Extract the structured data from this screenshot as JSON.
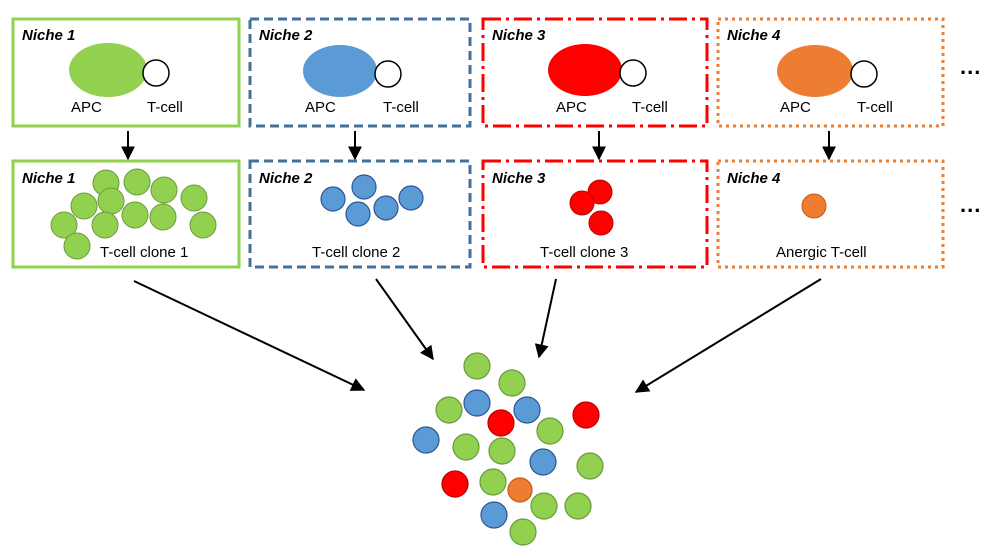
{
  "colors": {
    "niche1": "#92d050",
    "niche2": "#5b9bd5",
    "niche3": "#ff0000",
    "niche4": "#ed7d31",
    "niche2_border": "#41719c",
    "cell_outline_blue": "#2e5597",
    "cell_outline_red": "#c00000",
    "cell_outline_orange": "#c55a11",
    "arrow": "#000000"
  },
  "top_row": [
    {
      "title": "Niche 1",
      "apc_label": "APC",
      "tcell_label": "T-cell"
    },
    {
      "title": "Niche 2",
      "apc_label": "APC",
      "tcell_label": "T-cell"
    },
    {
      "title": "Niche 3",
      "apc_label": "APC",
      "tcell_label": "T-cell"
    },
    {
      "title": "Niche 4",
      "apc_label": "APC",
      "tcell_label": "T-cell"
    }
  ],
  "bottom_row": [
    {
      "title": "Niche 1",
      "label": "T-cell clone 1"
    },
    {
      "title": "Niche 2",
      "label": "T-cell clone 2"
    },
    {
      "title": "Niche 3",
      "label": "T-cell clone 3"
    },
    {
      "title": "Niche 4",
      "label": "Anergic T-cell"
    }
  ],
  "ellipsis": "..."
}
